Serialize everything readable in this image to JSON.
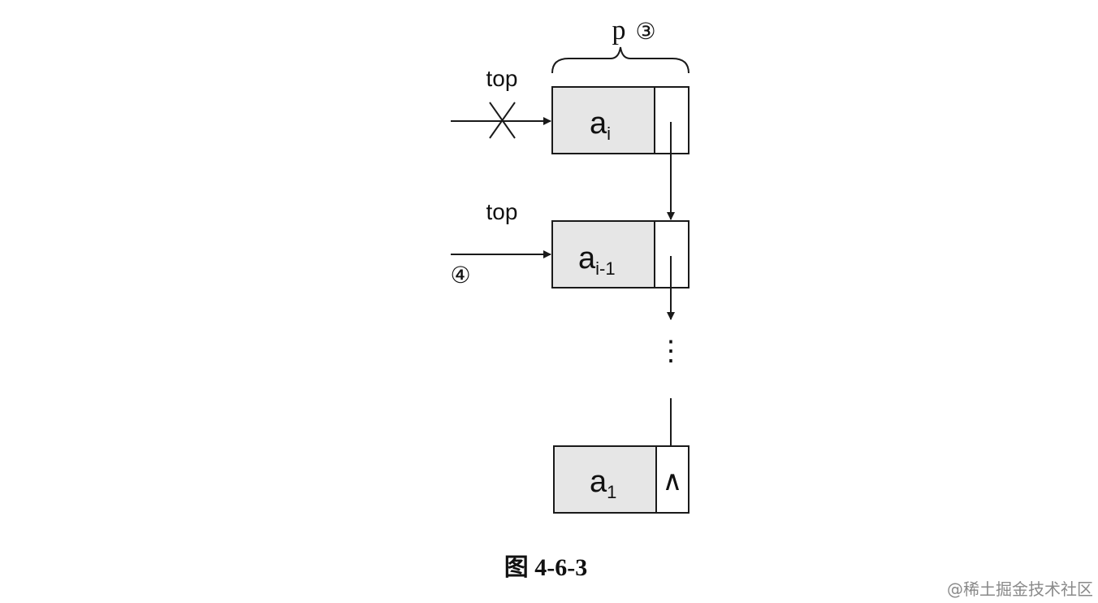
{
  "diagram": {
    "nodes": {
      "ai": {
        "base": "a",
        "sub": "i"
      },
      "ai_minus_1": {
        "base": "a",
        "sub": "i-1"
      },
      "a1": {
        "base": "a",
        "sub": "1",
        "null_symbol": "∧"
      }
    },
    "labels": {
      "top_old": "top",
      "top_new": "top",
      "p": "p",
      "step3": "③",
      "step4": "④",
      "ellipsis": "⋮"
    },
    "caption": "图 4-6-3"
  },
  "watermark": "@稀土掘金技术社区"
}
